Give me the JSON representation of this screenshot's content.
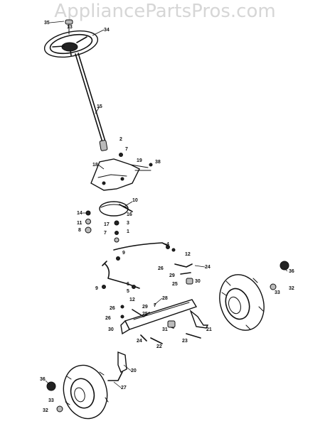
{
  "watermark": "AppliancePartsPros.com",
  "callouts": [
    "35",
    "13",
    "34",
    "15",
    "2",
    "7",
    "19",
    "38",
    "18",
    "10",
    "14",
    "16",
    "11",
    "8",
    "17",
    "3",
    "1",
    "7",
    "9",
    "4",
    "12",
    "24",
    "26",
    "29",
    "25",
    "30",
    "9",
    "6",
    "5",
    "12",
    "28",
    "7",
    "29",
    "25",
    "26",
    "26",
    "30",
    "24",
    "22",
    "31",
    "23",
    "21",
    "36",
    "33",
    "32",
    "20",
    "27",
    "36",
    "33",
    "32"
  ]
}
